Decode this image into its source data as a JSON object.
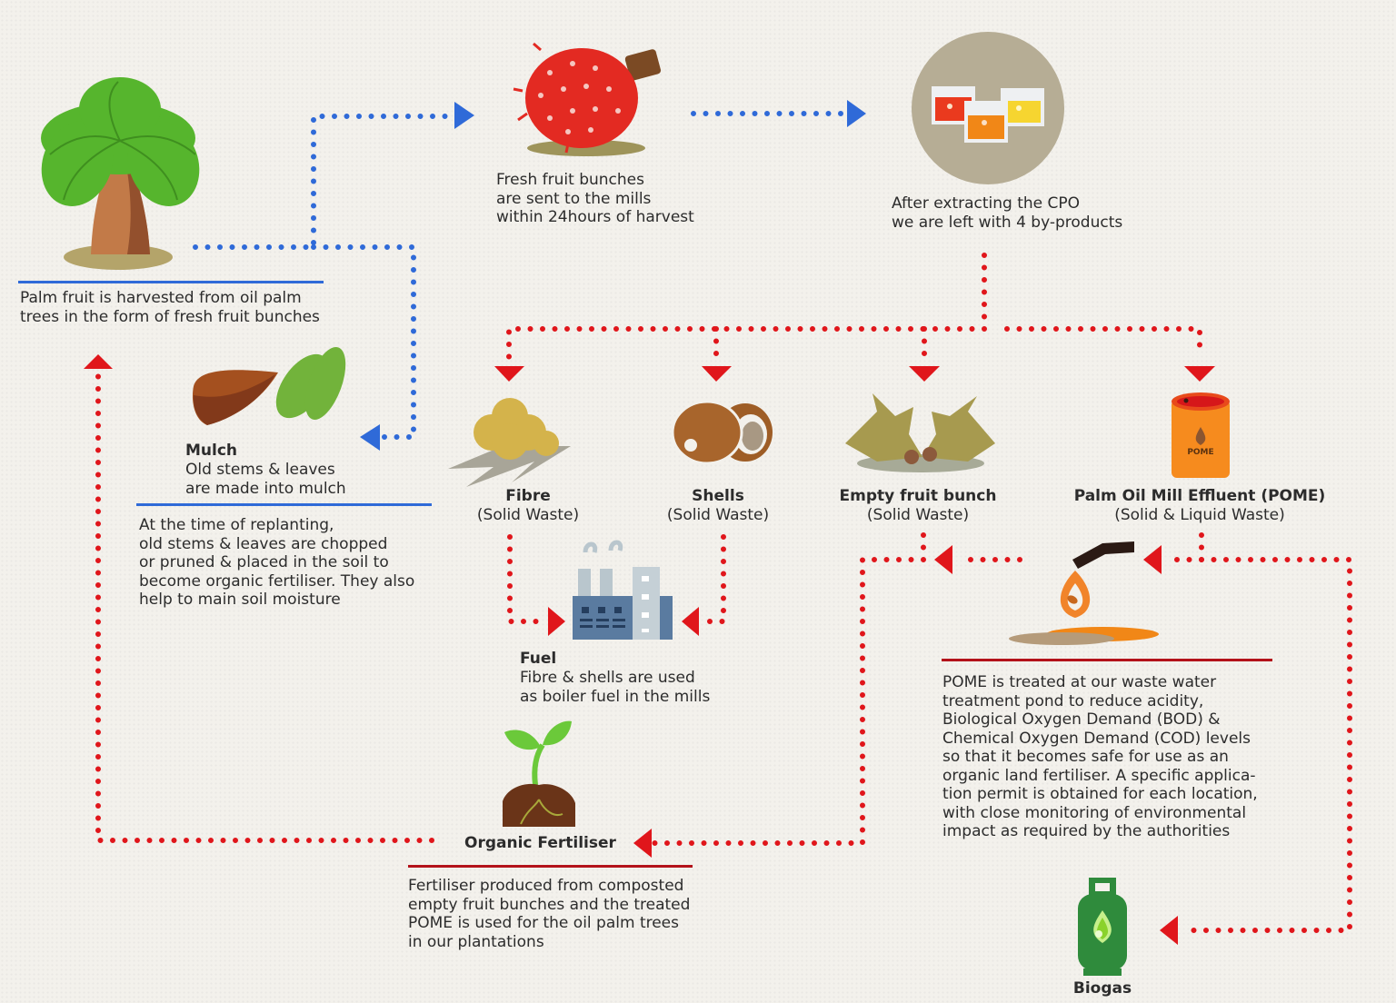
{
  "colors": {
    "flow_blue": "#2f6ad8",
    "flow_red": "#e0161b",
    "rule_blue": "#2f6ad8",
    "rule_red": "#b3121a",
    "background": "#f3f1ec"
  },
  "nodes": {
    "harvest": {
      "icon": "palm-tree-icon",
      "text": "Palm fruit is harvested from oil palm\ntrees in the form of fresh fruit bunches"
    },
    "ffb": {
      "icon": "fruit-bunch-icon",
      "text": "Fresh fruit bunches\nare sent to the mills\nwithin 24hours of harvest"
    },
    "cpo": {
      "icon": "beakers-icon",
      "text": "After extracting the CPO\nwe are left with 4 by-products"
    },
    "mulch": {
      "icon": "stem-leaves-icon",
      "title": "Mulch",
      "text": "Old stems & leaves\nare made into mulch",
      "description": "At the time of replanting,\nold stems & leaves are chopped\nor pruned & placed in the soil to\nbecome organic fertiliser. They also\nhelp to main soil moisture"
    },
    "byproducts": [
      {
        "icon": "fibre-icon",
        "title": "Fibre",
        "subtitle": "(Solid Waste)"
      },
      {
        "icon": "shells-icon",
        "title": "Shells",
        "subtitle": "(Solid Waste)"
      },
      {
        "icon": "empty-fruit-bunch-icon",
        "title": "Empty fruit bunch",
        "subtitle": "(Solid Waste)"
      },
      {
        "icon": "pome-barrel-icon",
        "title": "Palm Oil Mill Effluent (POME)",
        "subtitle": "(Solid & Liquid Waste)",
        "barrel_label": "POME"
      }
    ],
    "fuel": {
      "icon": "factory-icon",
      "title": "Fuel",
      "text": "Fibre & shells are used\nas boiler fuel in the mills"
    },
    "pome_treatment": {
      "icon": "oil-pour-icon",
      "text": "POME is treated at our waste water\ntreatment pond to reduce acidity,\nBiological Oxygen Demand (BOD) &\nChemical Oxygen Demand (COD) levels\nso that it becomes safe for use as an\norganic land fertiliser. A specific applica-\ntion permit is obtained for each location,\nwith close monitoring of environmental\nimpact as required by the authorities"
    },
    "fertiliser": {
      "icon": "sprout-icon",
      "title": "Organic Fertiliser",
      "text": "Fertiliser produced from composted\nempty fruit bunches and the treated\nPOME is used for the oil palm trees\nin our plantations"
    },
    "biogas": {
      "icon": "gas-cylinder-icon",
      "title": "Biogas"
    }
  },
  "edges": [
    {
      "from": "harvest",
      "to": "ffb",
      "color": "blue"
    },
    {
      "from": "harvest",
      "to": "mulch",
      "color": "blue"
    },
    {
      "from": "ffb",
      "to": "cpo",
      "color": "blue"
    },
    {
      "from": "cpo",
      "to": "Fibre",
      "color": "red"
    },
    {
      "from": "cpo",
      "to": "Shells",
      "color": "red"
    },
    {
      "from": "cpo",
      "to": "Empty fruit bunch",
      "color": "red"
    },
    {
      "from": "cpo",
      "to": "POME",
      "color": "red"
    },
    {
      "from": "Fibre",
      "to": "fuel",
      "color": "red"
    },
    {
      "from": "Shells",
      "to": "fuel",
      "color": "red"
    },
    {
      "from": "POME",
      "to": "pome_treatment",
      "color": "red"
    },
    {
      "from": "Empty fruit bunch",
      "to": "fertiliser",
      "color": "red"
    },
    {
      "from": "pome_treatment",
      "to": "fertiliser",
      "color": "red"
    },
    {
      "from": "POME",
      "to": "biogas",
      "color": "red"
    },
    {
      "from": "fertiliser",
      "to": "harvest",
      "color": "red"
    }
  ]
}
